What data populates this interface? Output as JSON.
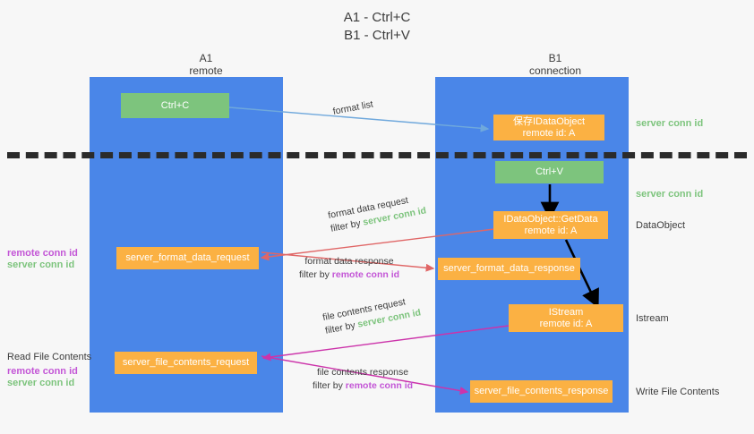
{
  "title": {
    "line1": "A1 - Ctrl+C",
    "line2": "B1 - Ctrl+V"
  },
  "lanes": [
    {
      "id": "a1",
      "name": "A1",
      "sub": "remote"
    },
    {
      "id": "b1",
      "name": "B1",
      "sub": "connection"
    }
  ],
  "boxes": {
    "ctrl_c": "Ctrl+C",
    "save_idataobject_l1": "保存IDataObject",
    "save_idataobject_l2": "remote id: A",
    "ctrl_v": "Ctrl+V",
    "getdata_l1": "IDataObject::GetData",
    "getdata_l2": "remote id: A",
    "server_format_data_request": "server_format_data_request",
    "server_format_data_response": "server_format_data_response",
    "istream_l1": "IStream",
    "istream_l2": "remote id: A",
    "server_file_contents_request": "server_file_contents_request",
    "server_file_contents_response": "server_file_contents_response"
  },
  "flows": {
    "format_list": "format list",
    "format_data_request": "format data request",
    "format_data_request_filter_pre": "filter by ",
    "format_data_request_filter_key": "server conn id",
    "format_data_response": "format data response",
    "format_data_response_filter_pre": "filter by ",
    "format_data_response_filter_key": "remote conn id",
    "file_contents_request": "file contents request",
    "file_contents_request_filter_pre": "filter by ",
    "file_contents_request_filter_key": "server conn id",
    "file_contents_response": "file contents response",
    "file_contents_response_filter_pre": "filter by ",
    "file_contents_response_filter_key": "remote conn id"
  },
  "left_annotations": {
    "format_remote": "remote conn id",
    "format_server": "server conn id",
    "read_file_contents": "Read File Contents",
    "file_remote": "remote conn id",
    "file_server": "server conn id"
  },
  "right_annotations": {
    "server_conn_id_top": "server conn id",
    "server_conn_id_mid": "server conn id",
    "dataobject": "DataObject",
    "istream": "Istream",
    "write_file_contents": "Write File Contents"
  },
  "colors": {
    "lane": "#4a86e8",
    "green_box": "#7dc47d",
    "orange_box": "#fbb143",
    "remote_key": "#c355d6",
    "server_key": "#7dc47d",
    "arrow_blue": "#6fa8dc",
    "arrow_red": "#e06666",
    "arrow_magenta": "#cc33aa",
    "arrow_black": "#000000",
    "background": "#f7f7f7"
  }
}
